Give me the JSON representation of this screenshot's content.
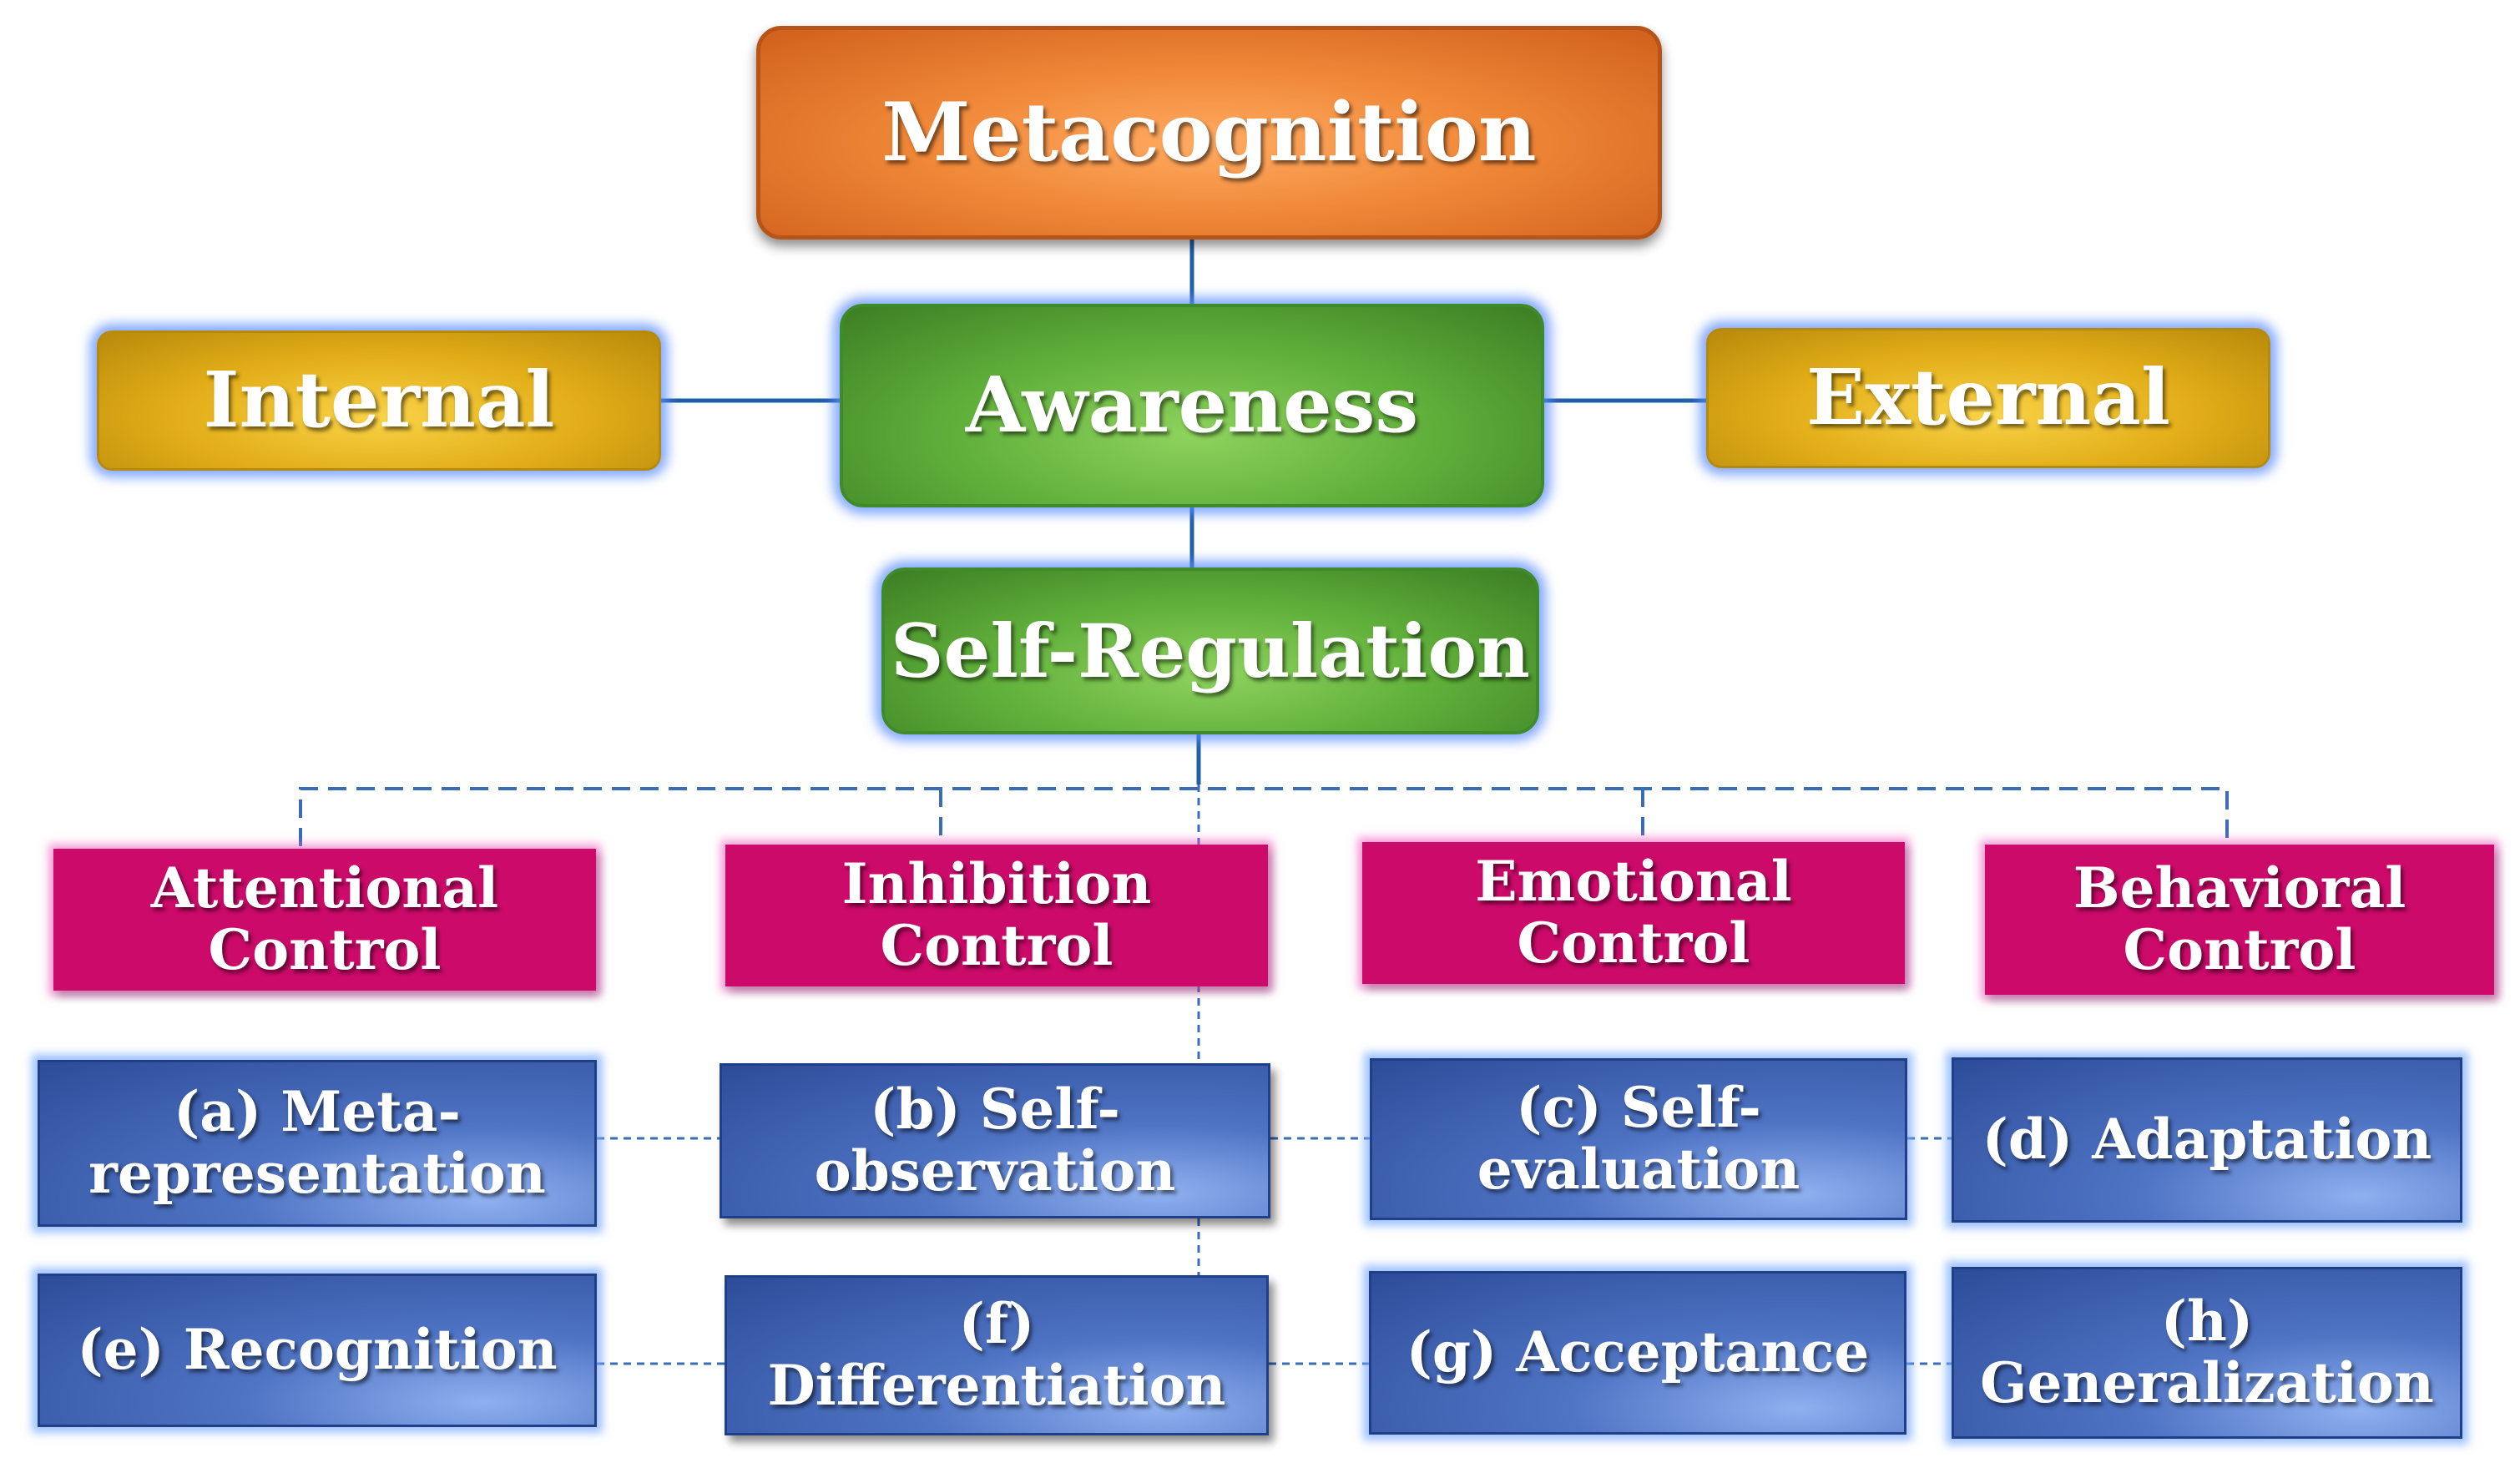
{
  "nodes": {
    "metacognition": "Metacognition",
    "awareness": "Awareness",
    "internal": "Internal",
    "external": "External",
    "self_regulation": "Self-Regulation",
    "controls": [
      {
        "line1": "Attentional",
        "line2": "Control"
      },
      {
        "line1": "Inhibition",
        "line2": "Control"
      },
      {
        "line1": "Emotional",
        "line2": "Control"
      },
      {
        "line1": "Behavioral",
        "line2": "Control"
      }
    ],
    "skills": [
      {
        "line1": "(a) Meta-",
        "line2": "representation"
      },
      {
        "line1": "(b) Self-",
        "line2": "observation"
      },
      {
        "line1": "(c) Self-",
        "line2": "evaluation"
      },
      {
        "line1": "(d) Adaptation"
      },
      {
        "line1": "(e) Recognition"
      },
      {
        "line1": "(f) Differentiation"
      },
      {
        "line1": "(g) Acceptance"
      },
      {
        "line1": "(h) Generalization"
      }
    ]
  },
  "colors": {
    "connector": "#1f5fa8",
    "dashed_connector": "#3a6db5"
  }
}
